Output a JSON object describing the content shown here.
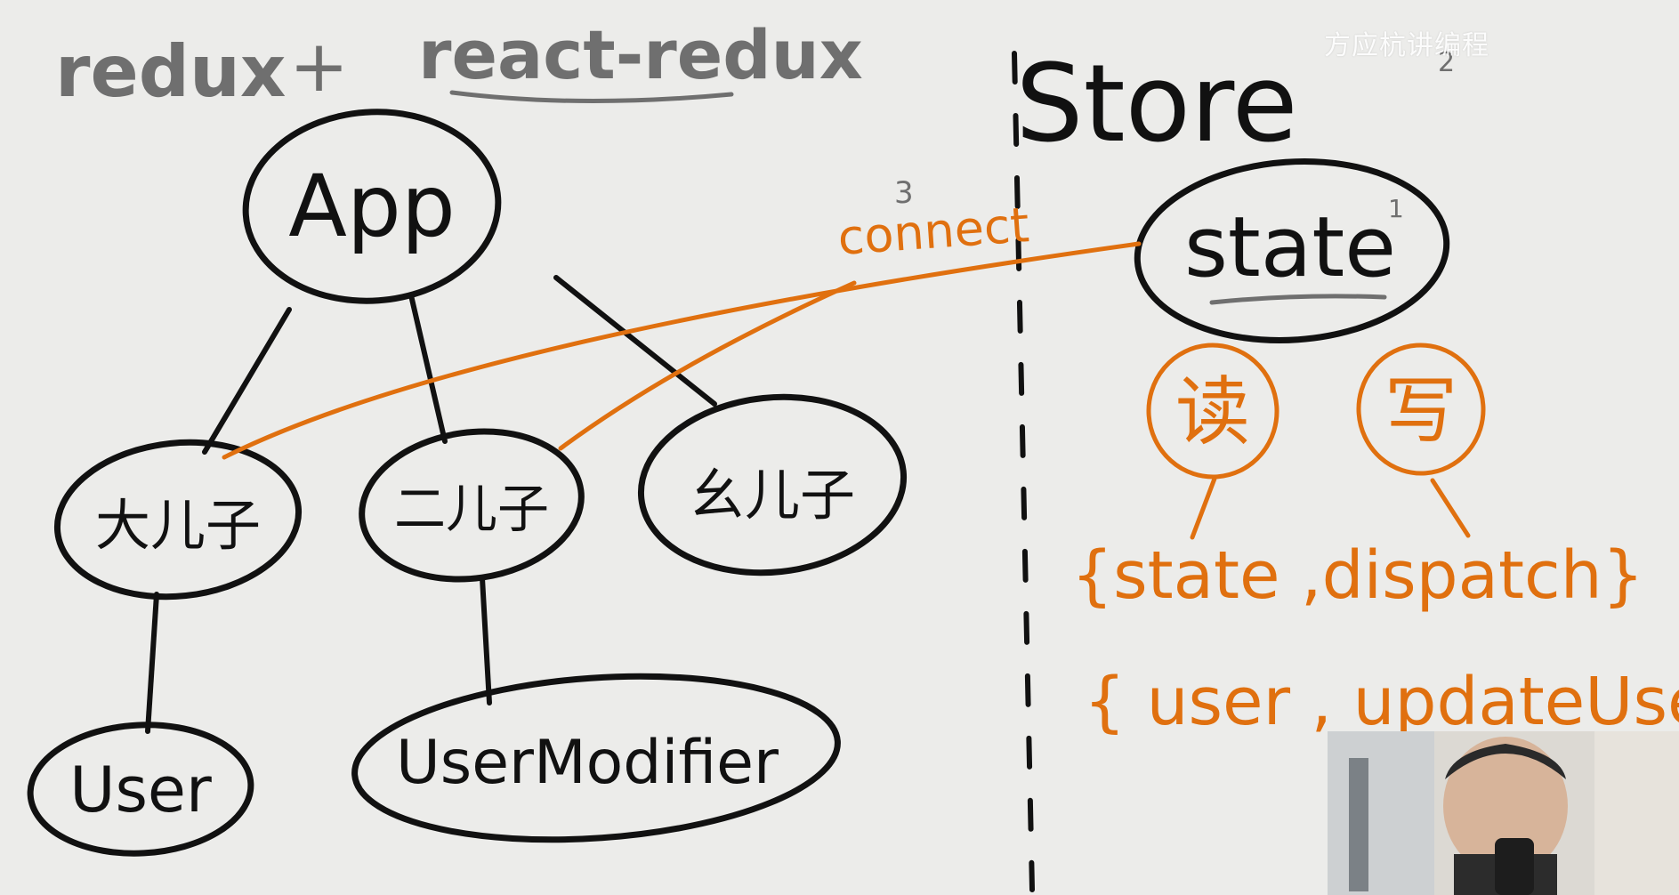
{
  "watermark": "方应杭讲编程",
  "header": {
    "left_title": "redux",
    "plus": "+",
    "right_title": "react-redux"
  },
  "tree": {
    "root": "App",
    "children": [
      "大儿子",
      "二儿子",
      "幺儿子"
    ],
    "grandchildren": [
      "User",
      "UserModifier"
    ]
  },
  "store": {
    "title": "Store",
    "title_mark": "2",
    "state": "state",
    "state_mark": "1",
    "read": "读",
    "write": "写",
    "context_line_1": "{state ,dispatch}",
    "context_line_2": "{ user , updateUser}"
  },
  "connect": {
    "label": "connect",
    "mark": "3"
  },
  "colors": {
    "ink": "#111111",
    "gray_ink": "#6f6f6f",
    "orange_ink": "#e0700f",
    "background": "#ececea"
  },
  "webcam": {
    "icon": "presenter-webcam-icon"
  }
}
